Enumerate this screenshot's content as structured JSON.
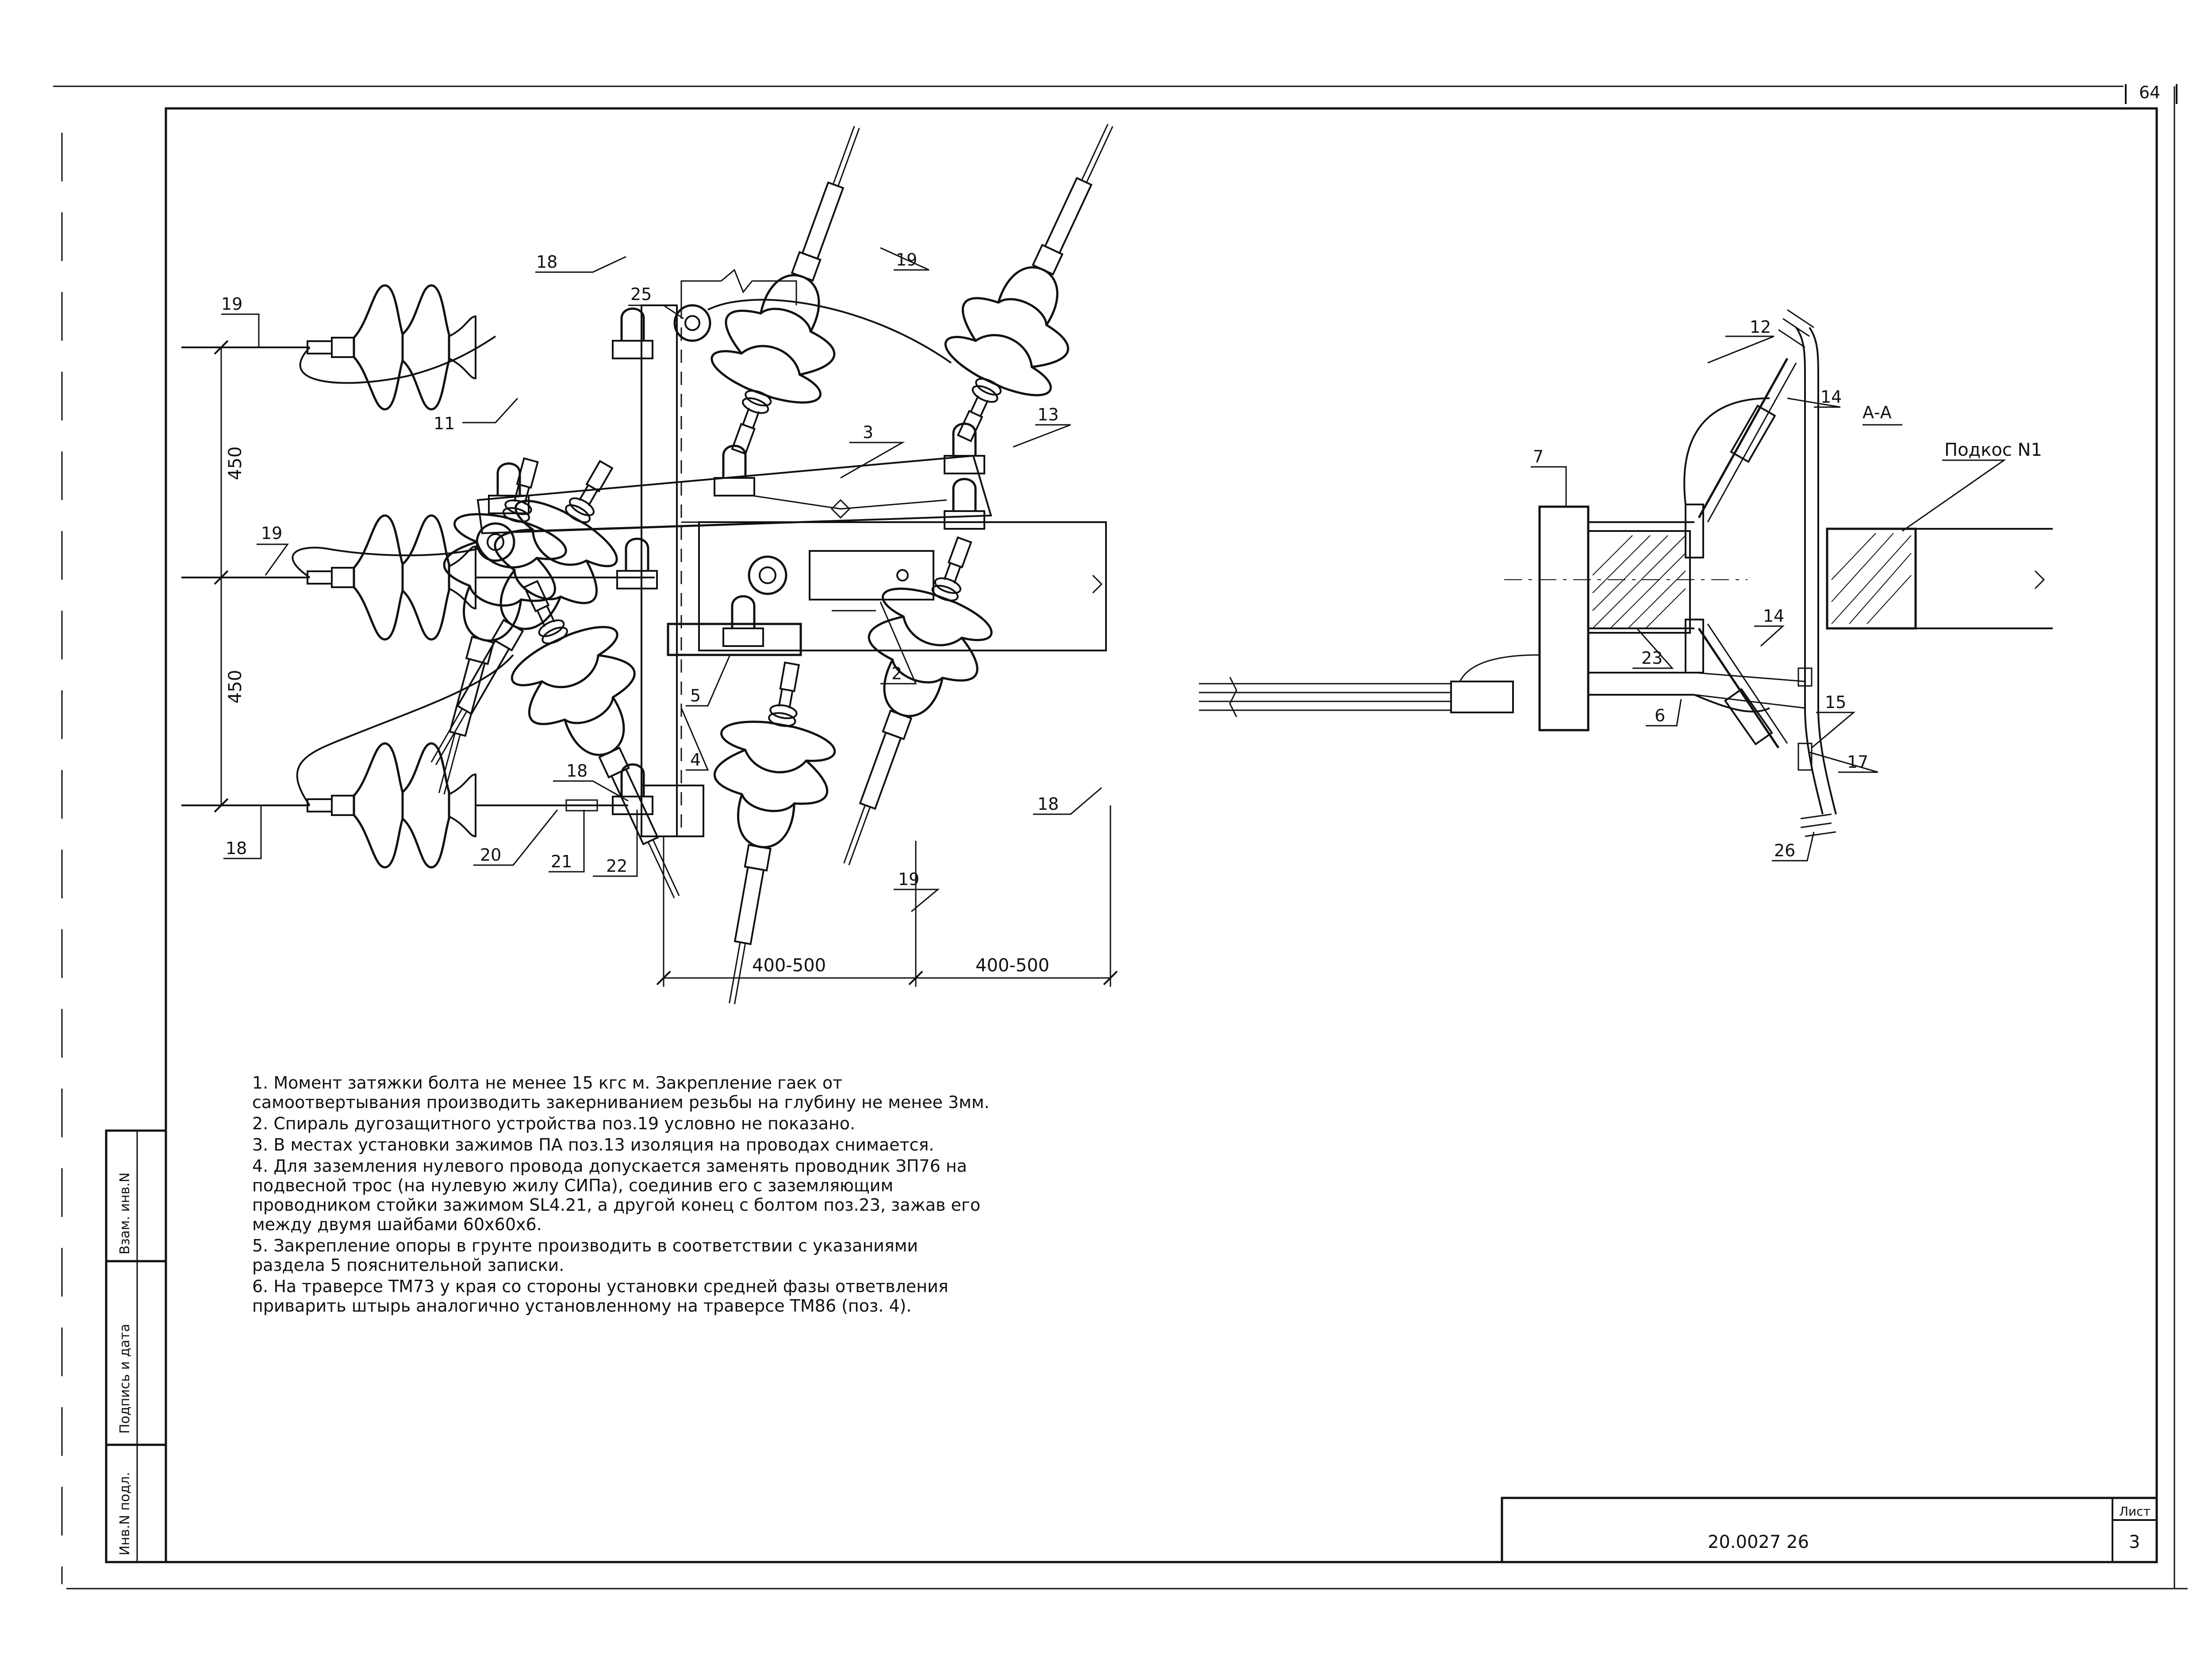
{
  "sheet": {
    "page_number": "64",
    "doc_code": "20.0027 26",
    "sheet_label": "Лист",
    "sheet_number": "3"
  },
  "side_stamp": {
    "vzam_inv": "Взам. инв.N",
    "podpis_data": "Подпись и дата",
    "inv_podl": "Инв.N подл."
  },
  "left_view": {
    "dims": {
      "d450_top": "450",
      "d450_bottom": "450",
      "d400_500_left": "400-500",
      "d400_500_right": "400-500"
    },
    "pos": {
      "p19_left_top": "19",
      "p18_top": "18",
      "p25": "25",
      "p19_top": "19",
      "p11": "11",
      "p3": "3",
      "p13": "13",
      "p19_mid": "19",
      "p5": "5",
      "p2": "2",
      "p4": "4",
      "p18_mid": "18",
      "p18_bot": "18",
      "p20": "20",
      "p21": "21",
      "p22": "22",
      "p18_right": "18",
      "p19_bottom": "19"
    }
  },
  "right_view": {
    "section_label": "А-А",
    "podkos_label": "Подкос N1",
    "pos": {
      "p12": "12",
      "p14_top": "14",
      "p7": "7",
      "p14_mid": "14",
      "p23": "23",
      "p6": "6",
      "p15": "15",
      "p17": "17",
      "p26": "26"
    }
  },
  "notes": [
    "1. Момент затяжки болта не менее 15 кгс м. Закрепление гаек от\nсамоотвертывания производить закерниванием резьбы на глубину не менее 3мм.",
    "2. Спираль дугозащитного устройства поз.19 условно не показано.",
    "3. В местах установки зажимов ПА поз.13 изоляция на проводах снимается.",
    "4. Для заземления нулевого провода допускается заменять проводник ЗП76 на\nподвесной трос (на нулевую жилу СИПа), соединив его с заземляющим\nпроводником стойки зажимом SL4.21, а другой конец с болтом поз.23, зажав его\nмежду двумя шайбами 60х60х6.",
    "5. Закрепление опоры в грунте производить в соответствии с указаниями\nраздела 5 пояснительной записки.",
    "6. На траверсе ТМ73 у края со стороны установки средней фазы ответвления\nприварить штырь аналогично установленному на траверсе ТМ86 (поз. 4)."
  ]
}
